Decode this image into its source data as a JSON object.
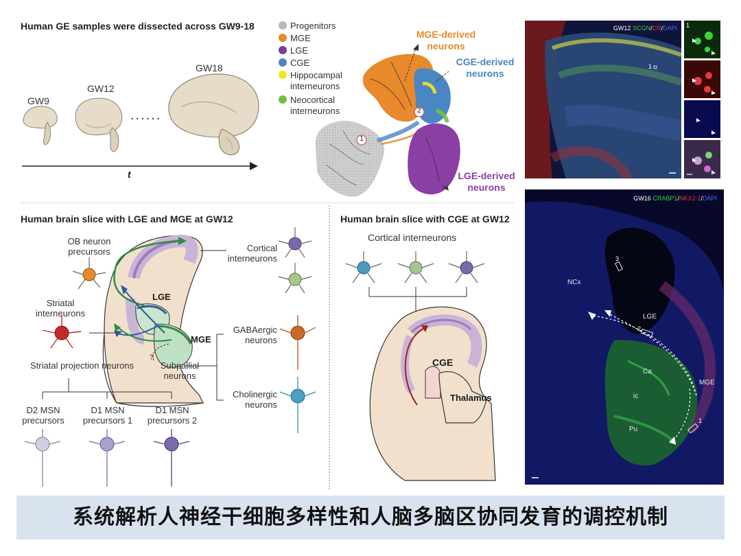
{
  "panel_a": {
    "title": "Human GE samples were dissected across GW9-18",
    "stages": [
      "GW9",
      "GW12",
      "GW18"
    ],
    "dots": "......",
    "axis_label": "t"
  },
  "legend": {
    "items": [
      {
        "label": "Progenitors",
        "color": "#b8b8b8"
      },
      {
        "label": "MGE",
        "color": "#e8892c"
      },
      {
        "label": "LGE",
        "color": "#7b3f98"
      },
      {
        "label": "CGE",
        "color": "#4a86c4"
      },
      {
        "label": "Hippocampal",
        "label2": "interneurons",
        "color": "#f5e51c"
      },
      {
        "label": "Neocortical",
        "label2": "interneurons",
        "color": "#71bf44"
      }
    ]
  },
  "umap": {
    "mge_label": [
      "MGE-derived",
      "neurons"
    ],
    "cge_label": [
      "CGE-derived",
      "neurons"
    ],
    "lge_label": [
      "LGE-derived",
      "neurons"
    ],
    "marker1": "1",
    "marker2": "2",
    "colors": {
      "mge": "#e8892c",
      "cge": "#4a86c4",
      "lge": "#8a3fa5",
      "prog": "#b8b8b8"
    }
  },
  "micro_top": {
    "stage": "GW12 ",
    "m1": "SCGN",
    "sep": "/",
    "m2": "CR",
    "m3": "DAPI",
    "inset_marker": "1",
    "inset_box": "1",
    "colors": {
      "m1": "#3fd13f",
      "m2": "#e23b3b",
      "m3": "#4b6bff"
    }
  },
  "micro_bottom": {
    "stage": "GW16 ",
    "m1": "CRABP1",
    "sep": "/",
    "m2": "NKX2-1",
    "m3": "DAPI",
    "regions": {
      "ncx": "NCx",
      "lge": "LGE",
      "mge": "MGE",
      "ca": "Ca",
      "ic": "ic",
      "pu": "Pu"
    },
    "boxes": [
      "1",
      "2",
      "3"
    ]
  },
  "panel_c": {
    "title": "Human brain slice with LGE and MGE at GW12",
    "ob": [
      "OB neuron",
      "precursors"
    ],
    "striatal": [
      "Striatal",
      "interneurons"
    ],
    "proj": "Striatal projection neurons",
    "lge": "LGE",
    "mge": "MGE",
    "q": "?",
    "subpallial": [
      "Subpallial",
      "neurons"
    ],
    "cortical": [
      "Cortical",
      "interneurons"
    ],
    "gaba": [
      "GABAergic",
      "neurons"
    ],
    "chol": [
      "Cholinergic",
      "neurons"
    ],
    "d2": [
      "D2 MSN",
      "precursors"
    ],
    "d1a": [
      "D1 MSN",
      "precursors 1"
    ],
    "d1b": [
      "D1 MSN",
      "precursors 2"
    ]
  },
  "panel_d": {
    "title": "Human brain slice with CGE at GW12",
    "cortical": "Cortical interneurons",
    "cge": "CGE",
    "thalamus": "Thalamus"
  },
  "banner": {
    "text": "系统解析人神经干细胞多样性和人脑多脑区协同发育的调控机制"
  }
}
